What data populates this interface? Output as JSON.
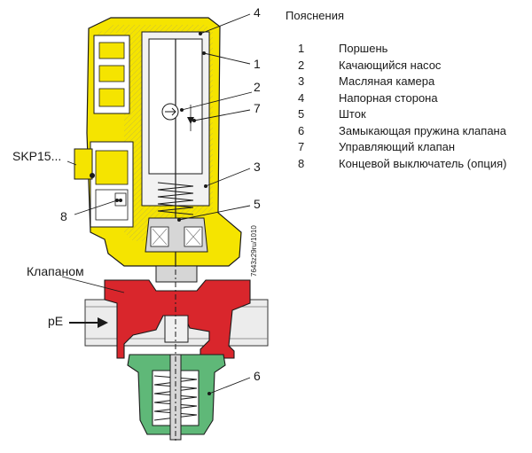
{
  "legend": {
    "title": "Пояснения",
    "items": [
      {
        "num": "1",
        "text": "Поршень"
      },
      {
        "num": "2",
        "text": "Качающийся насос"
      },
      {
        "num": "3",
        "text": "Масляная камера"
      },
      {
        "num": "4",
        "text": "Напорная сторона"
      },
      {
        "num": "5",
        "text": "Шток"
      },
      {
        "num": "6",
        "text": "Замыкающая пружина клапана"
      },
      {
        "num": "7",
        "text": "Управляющий клапан"
      },
      {
        "num": "8",
        "text": "Концевой выключатель (опция)"
      }
    ]
  },
  "callouts": {
    "n1": "1",
    "n2": "2",
    "n3": "3",
    "n4": "4",
    "n5": "5",
    "n6": "6",
    "n7": "7",
    "n8": "8"
  },
  "labels": {
    "actuator": "SKP15...",
    "valve": "Клапаном",
    "pressure": "pE",
    "drawing_code": "7643z29ru/1010"
  },
  "colors": {
    "housing_yellow": "#f5e400",
    "valve_red": "#d9262c",
    "spring_green": "#5fb878",
    "grey": "#d6d6d6",
    "outline": "#1a1a1a"
  }
}
